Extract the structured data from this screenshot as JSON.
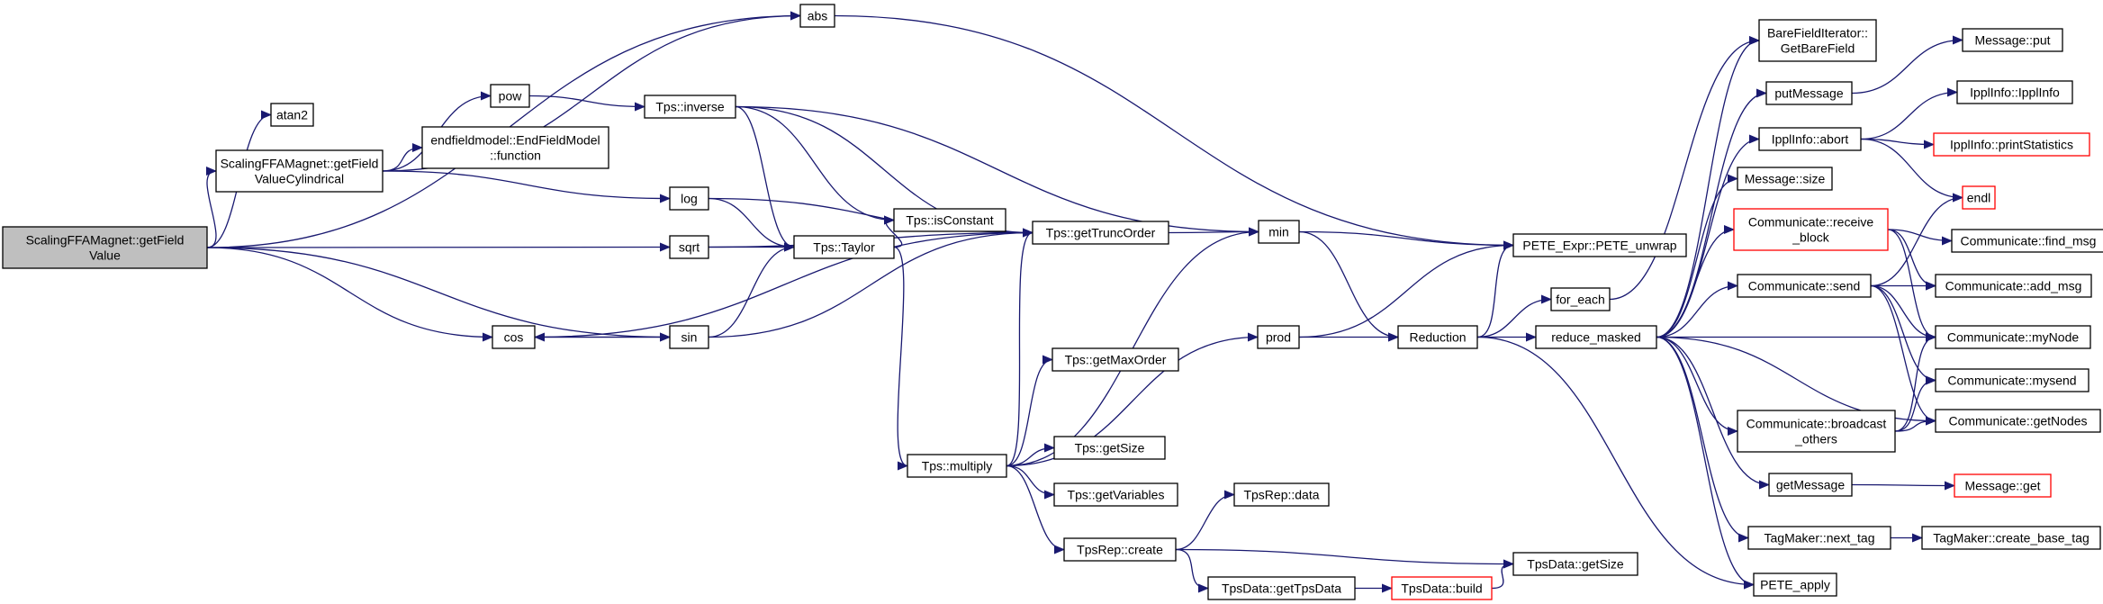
{
  "graph": {
    "nodes": [
      {
        "id": "root",
        "lines": [
          "ScalingFFAMagnet::getField",
          "Value"
        ],
        "root": true
      },
      {
        "id": "abs",
        "lines": [
          "abs"
        ]
      },
      {
        "id": "atan2",
        "lines": [
          "atan2"
        ]
      },
      {
        "id": "getFieldCyl",
        "lines": [
          "ScalingFFAMagnet::getField",
          "ValueCylindrical"
        ]
      },
      {
        "id": "pow",
        "lines": [
          "pow"
        ]
      },
      {
        "id": "endfield",
        "lines": [
          "endfieldmodel::EndFieldModel",
          "::function"
        ]
      },
      {
        "id": "log",
        "lines": [
          "log"
        ]
      },
      {
        "id": "sqrt",
        "lines": [
          "sqrt"
        ]
      },
      {
        "id": "cos",
        "lines": [
          "cos"
        ]
      },
      {
        "id": "sin",
        "lines": [
          "sin"
        ]
      },
      {
        "id": "tps_inverse",
        "lines": [
          "Tps::inverse"
        ]
      },
      {
        "id": "tps_taylor",
        "lines": [
          "Tps::Taylor"
        ]
      },
      {
        "id": "tps_isconstant",
        "lines": [
          "Tps::isConstant"
        ]
      },
      {
        "id": "tps_gettrunc",
        "lines": [
          "Tps::getTruncOrder"
        ]
      },
      {
        "id": "tps_getmaxorder",
        "lines": [
          "Tps::getMaxOrder"
        ]
      },
      {
        "id": "tps_multiply",
        "lines": [
          "Tps::multiply"
        ]
      },
      {
        "id": "tps_getsize",
        "lines": [
          "Tps::getSize"
        ]
      },
      {
        "id": "tps_getvariables",
        "lines": [
          "Tps::getVariables"
        ]
      },
      {
        "id": "tpsrep_create",
        "lines": [
          "TpsRep::create"
        ]
      },
      {
        "id": "tpsrep_data",
        "lines": [
          "TpsRep::data"
        ]
      },
      {
        "id": "tpsdata_gettpsdata",
        "lines": [
          "TpsData::getTpsData"
        ]
      },
      {
        "id": "tpsdata_build",
        "lines": [
          "TpsData::build"
        ],
        "truncated": true
      },
      {
        "id": "tpsdata_getsize",
        "lines": [
          "TpsData::getSize"
        ]
      },
      {
        "id": "min",
        "lines": [
          "min"
        ]
      },
      {
        "id": "prod",
        "lines": [
          "prod"
        ]
      },
      {
        "id": "reduction",
        "lines": [
          "Reduction"
        ]
      },
      {
        "id": "pete_unwrap",
        "lines": [
          "PETE_Expr::PETE_unwrap"
        ]
      },
      {
        "id": "for_each",
        "lines": [
          "for_each"
        ]
      },
      {
        "id": "reduce_masked",
        "lines": [
          "reduce_masked"
        ]
      },
      {
        "id": "barefield",
        "lines": [
          "BareFieldIterator::",
          "GetBareField"
        ]
      },
      {
        "id": "putmessage",
        "lines": [
          "putMessage"
        ]
      },
      {
        "id": "ipplinfo_abort",
        "lines": [
          "IpplInfo::abort"
        ]
      },
      {
        "id": "message_size",
        "lines": [
          "Message::size"
        ]
      },
      {
        "id": "comm_receive",
        "lines": [
          "Communicate::receive",
          "_block"
        ],
        "truncated": true
      },
      {
        "id": "comm_send",
        "lines": [
          "Communicate::send"
        ]
      },
      {
        "id": "comm_broadcast",
        "lines": [
          "Communicate::broadcast",
          "_others"
        ]
      },
      {
        "id": "getmessage",
        "lines": [
          "getMessage"
        ]
      },
      {
        "id": "tagmaker_next",
        "lines": [
          "TagMaker::next_tag"
        ]
      },
      {
        "id": "pete_apply",
        "lines": [
          "PETE_apply"
        ]
      },
      {
        "id": "message_put",
        "lines": [
          "Message::put"
        ]
      },
      {
        "id": "ipplinfo_ipplinfo",
        "lines": [
          "IpplInfo::IpplInfo"
        ]
      },
      {
        "id": "ipplinfo_printstats",
        "lines": [
          "IpplInfo::printStatistics"
        ],
        "truncated": true
      },
      {
        "id": "endl",
        "lines": [
          "endl"
        ],
        "truncated": true
      },
      {
        "id": "comm_findmsg",
        "lines": [
          "Communicate::find_msg"
        ]
      },
      {
        "id": "comm_addmsg",
        "lines": [
          "Communicate::add_msg"
        ]
      },
      {
        "id": "comm_mynode",
        "lines": [
          "Communicate::myNode"
        ]
      },
      {
        "id": "comm_mysend",
        "lines": [
          "Communicate::mysend"
        ]
      },
      {
        "id": "comm_getnodes",
        "lines": [
          "Communicate::getNodes"
        ]
      },
      {
        "id": "message_get",
        "lines": [
          "Message::get"
        ],
        "truncated": true
      },
      {
        "id": "tagmaker_createbase",
        "lines": [
          "TagMaker::create_base_tag"
        ]
      }
    ],
    "edges": [
      [
        "root",
        "abs"
      ],
      [
        "root",
        "atan2"
      ],
      [
        "root",
        "getFieldCyl"
      ],
      [
        "root",
        "sqrt"
      ],
      [
        "root",
        "cos"
      ],
      [
        "root",
        "sin"
      ],
      [
        "getFieldCyl",
        "abs"
      ],
      [
        "getFieldCyl",
        "pow"
      ],
      [
        "getFieldCyl",
        "endfield"
      ],
      [
        "getFieldCyl",
        "log"
      ],
      [
        "pow",
        "tps_inverse"
      ],
      [
        "tps_inverse",
        "tps_taylor"
      ],
      [
        "tps_inverse",
        "tps_isconstant"
      ],
      [
        "tps_inverse",
        "tps_gettrunc"
      ],
      [
        "tps_inverse",
        "min"
      ],
      [
        "log",
        "tps_taylor"
      ],
      [
        "log",
        "tps_gettrunc"
      ],
      [
        "sqrt",
        "tps_taylor"
      ],
      [
        "sqrt",
        "tps_gettrunc"
      ],
      [
        "cos",
        "sin"
      ],
      [
        "cos",
        "tps_gettrunc"
      ],
      [
        "sin",
        "cos"
      ],
      [
        "sin",
        "tps_taylor"
      ],
      [
        "sin",
        "tps_gettrunc"
      ],
      [
        "tps_taylor",
        "tps_isconstant"
      ],
      [
        "tps_taylor",
        "tps_multiply"
      ],
      [
        "tps_gettrunc",
        "min"
      ],
      [
        "tps_multiply",
        "tps_gettrunc"
      ],
      [
        "tps_multiply",
        "min"
      ],
      [
        "tps_multiply",
        "tps_getmaxorder"
      ],
      [
        "tps_multiply",
        "prod"
      ],
      [
        "tps_multiply",
        "tps_getsize"
      ],
      [
        "tps_multiply",
        "tps_getvariables"
      ],
      [
        "tps_multiply",
        "tpsrep_create"
      ],
      [
        "tpsrep_create",
        "tpsrep_data"
      ],
      [
        "tpsrep_create",
        "tpsdata_gettpsdata"
      ],
      [
        "tpsrep_create",
        "tpsdata_getsize"
      ],
      [
        "tpsdata_gettpsdata",
        "tpsdata_build"
      ],
      [
        "tpsdata_build",
        "tpsdata_getsize"
      ],
      [
        "abs",
        "pete_unwrap"
      ],
      [
        "min",
        "pete_unwrap"
      ],
      [
        "min",
        "reduction"
      ],
      [
        "prod",
        "pete_unwrap"
      ],
      [
        "prod",
        "reduction"
      ],
      [
        "reduction",
        "pete_unwrap"
      ],
      [
        "reduction",
        "for_each"
      ],
      [
        "reduction",
        "reduce_masked"
      ],
      [
        "reduction",
        "pete_apply"
      ],
      [
        "for_each",
        "barefield"
      ],
      [
        "reduce_masked",
        "barefield"
      ],
      [
        "reduce_masked",
        "putmessage"
      ],
      [
        "reduce_masked",
        "ipplinfo_abort"
      ],
      [
        "reduce_masked",
        "message_size"
      ],
      [
        "reduce_masked",
        "comm_receive"
      ],
      [
        "reduce_masked",
        "comm_send"
      ],
      [
        "reduce_masked",
        "comm_mynode"
      ],
      [
        "reduce_masked",
        "comm_broadcast"
      ],
      [
        "reduce_masked",
        "comm_getnodes"
      ],
      [
        "reduce_masked",
        "getmessage"
      ],
      [
        "reduce_masked",
        "tagmaker_next"
      ],
      [
        "reduce_masked",
        "pete_apply"
      ],
      [
        "putmessage",
        "message_put"
      ],
      [
        "ipplinfo_abort",
        "ipplinfo_ipplinfo"
      ],
      [
        "ipplinfo_abort",
        "ipplinfo_printstats"
      ],
      [
        "ipplinfo_abort",
        "endl"
      ],
      [
        "comm_receive",
        "comm_findmsg"
      ],
      [
        "comm_receive",
        "comm_addmsg"
      ],
      [
        "comm_receive",
        "comm_mynode"
      ],
      [
        "comm_send",
        "endl"
      ],
      [
        "comm_send",
        "comm_addmsg"
      ],
      [
        "comm_send",
        "comm_mynode"
      ],
      [
        "comm_send",
        "comm_mysend"
      ],
      [
        "comm_send",
        "comm_getnodes"
      ],
      [
        "comm_broadcast",
        "comm_mynode"
      ],
      [
        "comm_broadcast",
        "comm_mysend"
      ],
      [
        "comm_broadcast",
        "comm_getnodes"
      ],
      [
        "getmessage",
        "message_get"
      ],
      [
        "tagmaker_next",
        "tagmaker_createbase"
      ]
    ]
  }
}
